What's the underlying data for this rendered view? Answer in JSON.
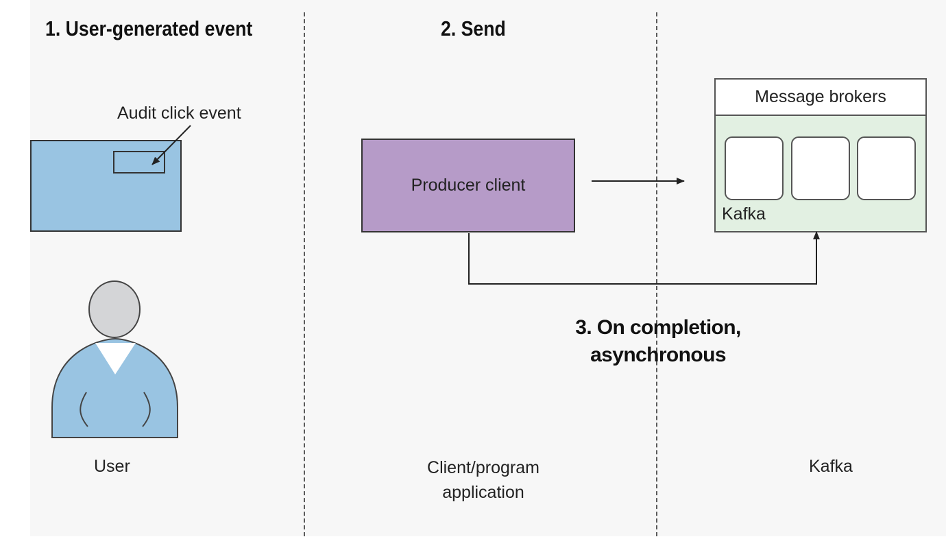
{
  "columns": {
    "user": {
      "heading": "1. User-generated event",
      "label": "User",
      "callout": "Audit click event"
    },
    "client": {
      "heading": "2. Send",
      "label": "Client/program application",
      "producer_label": "Producer client"
    },
    "kafka": {
      "label": "Kafka",
      "brokers_title": "Message brokers",
      "inner_label": "Kafka"
    }
  },
  "completion_note": "3. On completion, asynchronous",
  "colors": {
    "screen": "#99c4e2",
    "producer": "#b69bc8",
    "brokers_body": "#e2f0e2",
    "person_head": "#d4d5d7",
    "person_body": "#99c4e2"
  }
}
